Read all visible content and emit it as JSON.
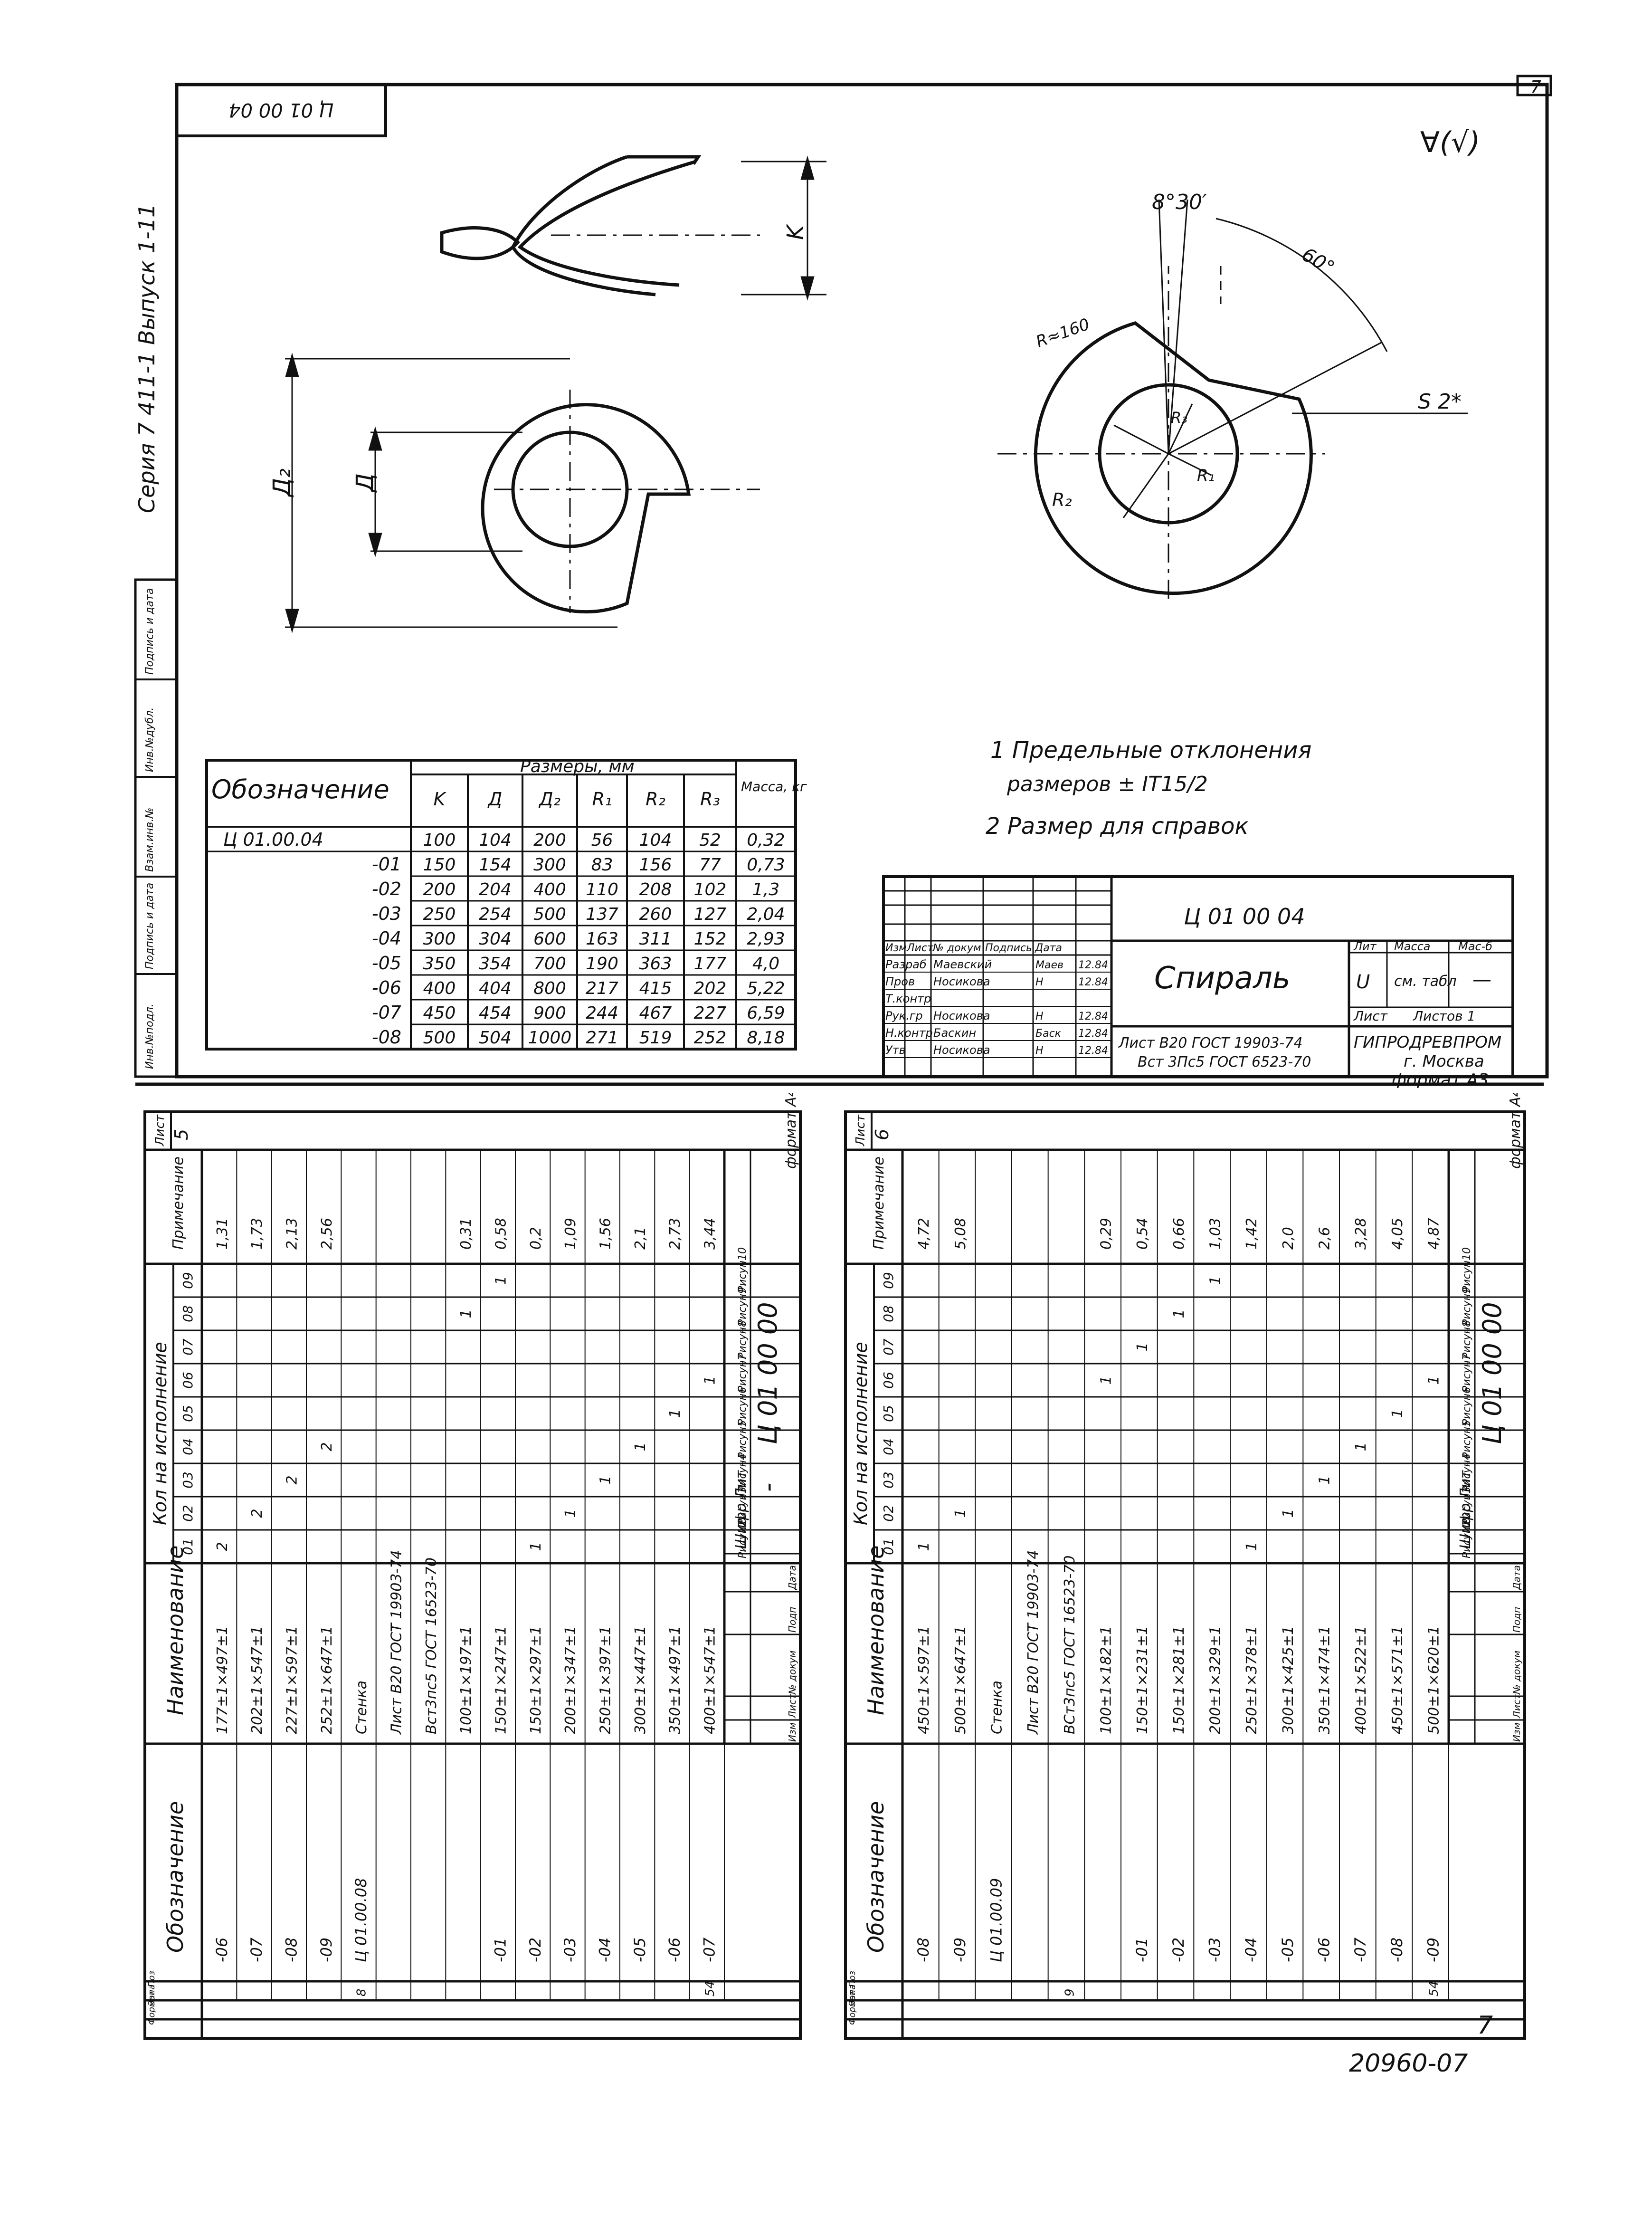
{
  "top_sheet": {
    "corner_code": "Ц 01 00 04",
    "sheet_corner_number": "7",
    "roughness_mark": "∀(√)",
    "series_text": "Серия 7 411-1   Выпуск 1-11",
    "side_labels": [
      "Инв.№подл.",
      "Подпись и дата",
      "Взам.инв.№",
      "Инв.№дубл.",
      "Подпись и дата"
    ],
    "dims": {
      "K": "K",
      "D": "Д",
      "D2": "Д₂",
      "R1": "R₁",
      "R2": "R₂",
      "R3": "R₃",
      "R160": "R≈160",
      "angle1": "8°30′",
      "angle2": "60°",
      "s": "S 2*"
    },
    "notes": [
      "1 Предельные отклонения",
      "размеров ± IT15/2",
      "2 Размер для справок"
    ],
    "table": {
      "header_designation": "Обозначение",
      "header_dims": "Размеры, мм",
      "header_mass": "Масса, кг",
      "columns": [
        "K",
        "Д",
        "Д₂",
        "R₁",
        "R₂",
        "R₃"
      ],
      "rows": [
        {
          "code": "Ц 01.00.04",
          "v": [
            "100",
            "104",
            "200",
            "56",
            "104",
            "52"
          ],
          "mass": "0,32"
        },
        {
          "code": "-01",
          "v": [
            "150",
            "154",
            "300",
            "83",
            "156",
            "77"
          ],
          "mass": "0,73"
        },
        {
          "code": "-02",
          "v": [
            "200",
            "204",
            "400",
            "110",
            "208",
            "102"
          ],
          "mass": "1,3"
        },
        {
          "code": "-03",
          "v": [
            "250",
            "254",
            "500",
            "137",
            "260",
            "127"
          ],
          "mass": "2,04"
        },
        {
          "code": "-04",
          "v": [
            "300",
            "304",
            "600",
            "163",
            "311",
            "152"
          ],
          "mass": "2,93"
        },
        {
          "code": "-05",
          "v": [
            "350",
            "354",
            "700",
            "190",
            "363",
            "177"
          ],
          "mass": "4,0"
        },
        {
          "code": "-06",
          "v": [
            "400",
            "404",
            "800",
            "217",
            "415",
            "202"
          ],
          "mass": "5,22"
        },
        {
          "code": "-07",
          "v": [
            "450",
            "454",
            "900",
            "244",
            "467",
            "227"
          ],
          "mass": "6,59"
        },
        {
          "code": "-08",
          "v": [
            "500",
            "504",
            "1000",
            "271",
            "519",
            "252"
          ],
          "mass": "8,18"
        }
      ]
    },
    "title_block": {
      "doc_code": "Ц 01 00 04",
      "title": "Спираль",
      "lit_label": "Лит",
      "mass_label": "Масса",
      "scale_label": "Мас-б",
      "lit_value": "U",
      "mass_value": "см. табл",
      "scale_value": "—",
      "sheet_label": "Лист",
      "sheets_label": "Листов 1",
      "material_line1": "Лист В20 ГОСТ 19903-74",
      "material_line2": "Вст 3Пс5 ГОСТ 6523-70",
      "org_line1": "ГИПРОДРЕВПРОМ",
      "org_line2": "г. Москва",
      "format": "формат А3",
      "head_cells": [
        "Изм",
        "Лист",
        "№ докум",
        "Подпись",
        "Дата"
      ],
      "people": [
        {
          "role": "Разраб",
          "name": "Маевский",
          "sign": "Маев",
          "date": "12.84"
        },
        {
          "role": "Пров",
          "name": "Носикова",
          "sign": "Н",
          "date": "12.84"
        },
        {
          "role": "Т.контр",
          "name": "",
          "sign": "",
          "date": ""
        },
        {
          "role": "Рук.гр",
          "name": "Носикова",
          "sign": "Н",
          "date": "12.84"
        },
        {
          "role": "Н.контр",
          "name": "Баскин",
          "sign": "Баск",
          "date": "12.84"
        },
        {
          "role": "Утв",
          "name": "Носикова",
          "sign": "Н",
          "date": "12.84"
        }
      ]
    }
  },
  "bottom_left": {
    "sheet_label": "Лист",
    "sheet_number": "5",
    "doc_code": "Ц 01 00 00",
    "dash": "-",
    "format": "формат А4",
    "header_designation": "Обозначение",
    "header_name": "Наименование",
    "header_qty": "Кол на исполнение",
    "header_note": "Примечание",
    "qty_cols": [
      "01",
      "02",
      "03",
      "04",
      "05",
      "06",
      "07",
      "08",
      "09"
    ],
    "left_header": [
      "Формат",
      "Зона",
      "Поз"
    ],
    "bottom_cells": [
      "Изм",
      "Лист",
      "№ докум",
      "Подп",
      "Дата"
    ],
    "shifr": "Шифр Лит",
    "row_pos": [
      "8",
      "54"
    ],
    "rows": [
      {
        "code": "-06",
        "name": "177±1×497±1",
        "qty": "2",
        "note": "1,31"
      },
      {
        "code": "-07",
        "name": "202±1×547±1",
        "qty": "2",
        "note": "1,73"
      },
      {
        "code": "-08",
        "name": "227±1×597±1",
        "qty": "2",
        "note": "2,13"
      },
      {
        "code": "-09",
        "name": "252±1×647±1",
        "qty": "2",
        "note": "2,56"
      },
      {
        "code": "Ц 01.00.08",
        "name": "Стенка",
        "qty": "",
        "note": ""
      },
      {
        "code": "",
        "name": "Лист В20 ГОСТ 19903-74",
        "qty": "",
        "note": ""
      },
      {
        "code": "",
        "name": "Вст3пс5 ГОСТ 16523-70",
        "qty": "",
        "note": ""
      },
      {
        "code": "",
        "name": "100±1×197±1",
        "qty": "1",
        "note": "0,31"
      },
      {
        "code": "-01",
        "name": "150±1×247±1",
        "qty": "1",
        "note": "0,58"
      },
      {
        "code": "-02",
        "name": "150±1×297±1",
        "qty": "1",
        "note": "0,2"
      },
      {
        "code": "-03",
        "name": "200±1×347±1",
        "qty": "1",
        "note": "1,09"
      },
      {
        "code": "-04",
        "name": "250±1×397±1",
        "qty": "1",
        "note": "1,56"
      },
      {
        "code": "-05",
        "name": "300±1×447±1",
        "qty": "1",
        "note": "2,1"
      },
      {
        "code": "-06",
        "name": "350±1×497±1",
        "qty": "1",
        "note": "2,73"
      },
      {
        "code": "-07",
        "name": "400±1×547±1",
        "qty": "1",
        "note": "3,44"
      }
    ],
    "ris": [
      "Рисун2",
      "Рисун3",
      "Рисун4",
      "Рисун5",
      "Рисун6",
      "Рисун7",
      "Рисун8",
      "Рисун9",
      "Рисун10"
    ]
  },
  "bottom_right": {
    "sheet_label": "Лист",
    "sheet_number": "6",
    "doc_code": "Ц 01 00 00",
    "format": "формат А4",
    "header_designation": "Обозначение",
    "header_name": "Наименование",
    "header_qty": "Кол на исполнение",
    "header_note": "Примечание",
    "qty_cols": [
      "01",
      "02",
      "03",
      "04",
      "05",
      "06",
      "07",
      "08",
      "09"
    ],
    "left_header": [
      "Формат",
      "Зона",
      "Поз"
    ],
    "bottom_cells": [
      "Изм",
      "Лист",
      "№ докум",
      "Подп",
      "Дата"
    ],
    "shifr": "Шифр Лит",
    "row_pos": [
      "9",
      "54"
    ],
    "rows": [
      {
        "code": "-08",
        "name": "450±1×597±1",
        "qty": "1",
        "note": "4,72"
      },
      {
        "code": "-09",
        "name": "500±1×647±1",
        "qty": "1",
        "note": "5,08"
      },
      {
        "code": "Ц 01.00.09",
        "name": "Стенка",
        "qty": "",
        "note": ""
      },
      {
        "code": "",
        "name": "Лист В20 ГОСТ 19903-74",
        "qty": "",
        "note": ""
      },
      {
        "code": "",
        "name": "ВСт3пс5 ГОСТ 16523-70",
        "qty": "",
        "note": ""
      },
      {
        "code": "",
        "name": "100±1×182±1",
        "qty": "1",
        "note": "0,29"
      },
      {
        "code": "-01",
        "name": "150±1×231±1",
        "qty": "1",
        "note": "0,54"
      },
      {
        "code": "-02",
        "name": "150±1×281±1",
        "qty": "1",
        "note": "0,66"
      },
      {
        "code": "-03",
        "name": "200±1×329±1",
        "qty": "1",
        "note": "1,03"
      },
      {
        "code": "-04",
        "name": "250±1×378±1",
        "qty": "1",
        "note": "1,42"
      },
      {
        "code": "-05",
        "name": "300±1×425±1",
        "qty": "1",
        "note": "2,0"
      },
      {
        "code": "-06",
        "name": "350±1×474±1",
        "qty": "1",
        "note": "2,6"
      },
      {
        "code": "-07",
        "name": "400±1×522±1",
        "qty": "1",
        "note": "3,28"
      },
      {
        "code": "-08",
        "name": "450±1×571±1",
        "qty": "1",
        "note": "4,05"
      },
      {
        "code": "-09",
        "name": "500±1×620±1",
        "qty": "1",
        "note": "4,87"
      }
    ],
    "ris": [
      "Рисун2",
      "Рисун3",
      "Рисун4",
      "Рисун5",
      "Рисун6",
      "Рисун7",
      "Рисун8",
      "Рисун9",
      "Рисун10"
    ],
    "page_number": "7",
    "archive_number": "20960-07"
  }
}
